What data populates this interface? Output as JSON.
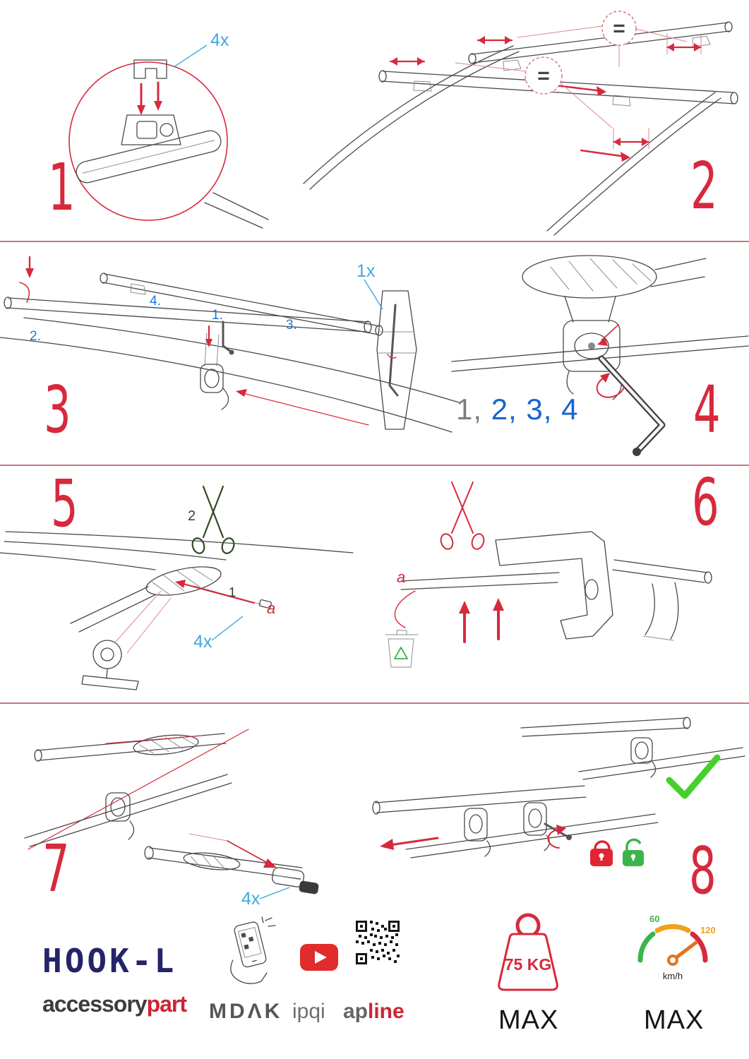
{
  "steps": {
    "step1": {
      "number": "1",
      "qty": "4x"
    },
    "step2": {
      "number": "2",
      "equal": "="
    },
    "step3": {
      "number": "3",
      "l1": "1.",
      "l2": "2.",
      "l3": "3.",
      "l4": "4.",
      "qty": "1x"
    },
    "step4": {
      "number": "4",
      "seq_done": "1,",
      "seq_todo": " 2, 3, 4"
    },
    "step5": {
      "number": "5",
      "cut_label": "2",
      "pull_label": "1",
      "strap_label": "a",
      "qty": "4x"
    },
    "step6": {
      "number": "6",
      "strap_label": "a"
    },
    "step7": {
      "number": "7",
      "qty": "4x"
    },
    "step8": {
      "number": "8"
    }
  },
  "footer": {
    "product_name": "HOOK-L",
    "brand_gray": "accessory",
    "brand_red": "part",
    "logo_mdak": "MDΛK",
    "logo_ipqi": "ipqi",
    "logo_apline_gray": "ap",
    "logo_apline_red": "line",
    "weight_value": "75 KG",
    "weight_max_label": "MAX",
    "speed_min": "60",
    "speed_max_tick": "120",
    "speed_unit": "km/h",
    "speed_max_label": "MAX"
  },
  "colors": {
    "accent_red": "#d62a3c",
    "label_blue": "#3fa9dc",
    "sequence_blue": "#1565d0",
    "success_green": "#3bb54a",
    "brand_navy": "#24246a"
  }
}
